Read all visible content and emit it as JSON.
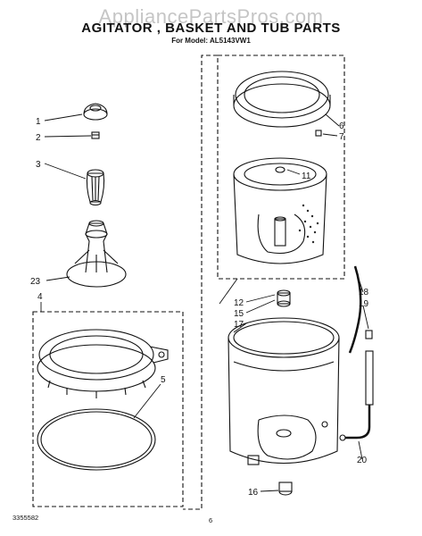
{
  "header": {
    "watermark": "AppliancePartsPros.com",
    "title": "AGITATOR , BASKET AND TUB PARTS",
    "subtitle": "For Model: AL5143VW1"
  },
  "callouts": [
    {
      "id": "1",
      "label": "1"
    },
    {
      "id": "2",
      "label": "2"
    },
    {
      "id": "3",
      "label": "3"
    },
    {
      "id": "23",
      "label": "23"
    },
    {
      "id": "4",
      "label": "4"
    },
    {
      "id": "5",
      "label": "5"
    },
    {
      "id": "6",
      "label": "6"
    },
    {
      "id": "7",
      "label": "7"
    },
    {
      "id": "11",
      "label": "11"
    },
    {
      "id": "12",
      "label": "12"
    },
    {
      "id": "15",
      "label": "15"
    },
    {
      "id": "17",
      "label": "17"
    },
    {
      "id": "18",
      "label": "18"
    },
    {
      "id": "19",
      "label": "19"
    },
    {
      "id": "20",
      "label": "20"
    },
    {
      "id": "16",
      "label": "16"
    }
  ],
  "footer": {
    "doc_number": "3355582",
    "page_number": "6"
  }
}
